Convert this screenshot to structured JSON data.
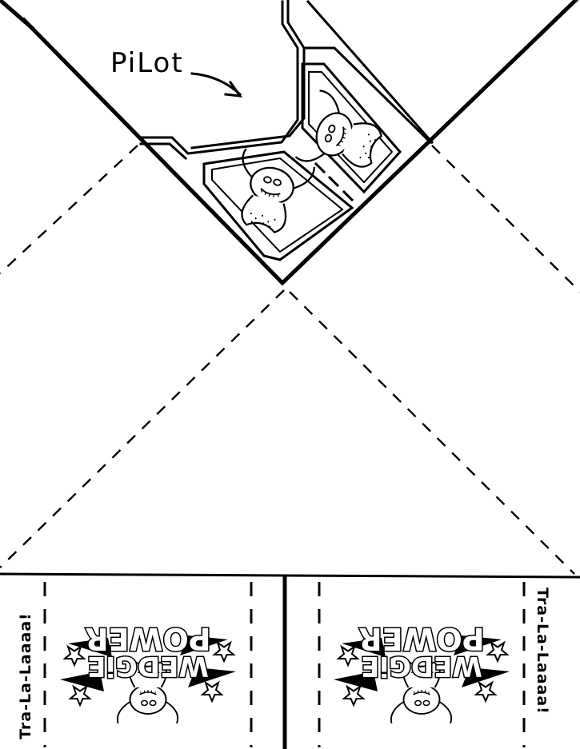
{
  "labels": {
    "pilot": "PiLot",
    "left_side_text": "Tra-La-Laaaa!",
    "right_side_text": "Tra-La-Laaaa!"
  },
  "logo": {
    "line1": "WEDGiE",
    "line2": "POWER"
  },
  "icons": {
    "pilot_arrow": "curved-arrow-icon",
    "hero_figure": "caped-hero-drawing",
    "stars": "star-icon"
  },
  "colors": {
    "ink": "#000000",
    "paper": "#ffffff"
  }
}
